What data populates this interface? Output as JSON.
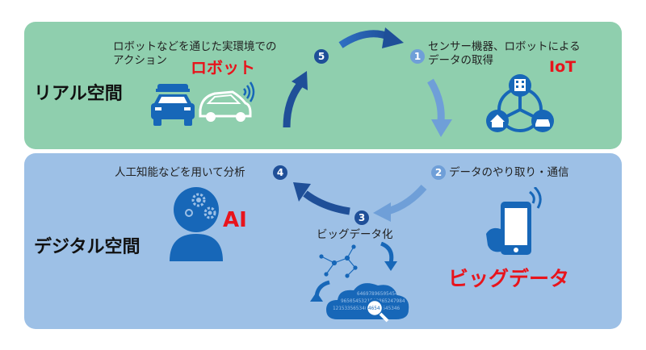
{
  "real_space": {
    "label": "リアル空間",
    "robot_brand": "ロボット",
    "iot_brand": "IoT",
    "step5": {
      "number": "5",
      "line1": "ロボットなどを通じた実環境での",
      "line2": "アクション"
    },
    "step1": {
      "number": "1",
      "line1": "センサー機器、ロボットによる",
      "line2": "データの取得"
    }
  },
  "digital_space": {
    "label": "デジタル空間",
    "ai_brand": "AI",
    "bigdata_brand": "ビッグデータ",
    "step4": {
      "number": "4",
      "text": "人工知能などを用いて分析"
    },
    "step2": {
      "number": "2",
      "text": "データのやり取り・通信"
    },
    "step3": {
      "number": "3",
      "text": "ビッグデータ化"
    },
    "data_digits": "646978965054546978965054532156986524798412153356534698754545346",
    "magnifier_digits": "4654"
  },
  "colors": {
    "real_bg": "#8fcfae",
    "digital_bg": "#9dc0e6",
    "icon_blue": "#1767b8",
    "dark_arrow": "#1f4f98",
    "light_arrow": "#6f9fd8",
    "brand_red": "#e8141c"
  },
  "icons": [
    "car-icon",
    "robot-car-icon",
    "iot-network-icon",
    "building-icon",
    "house-icon",
    "ai-head-icon",
    "smartphone-icon",
    "big-data-cloud-icon",
    "magnifier-icon"
  ]
}
